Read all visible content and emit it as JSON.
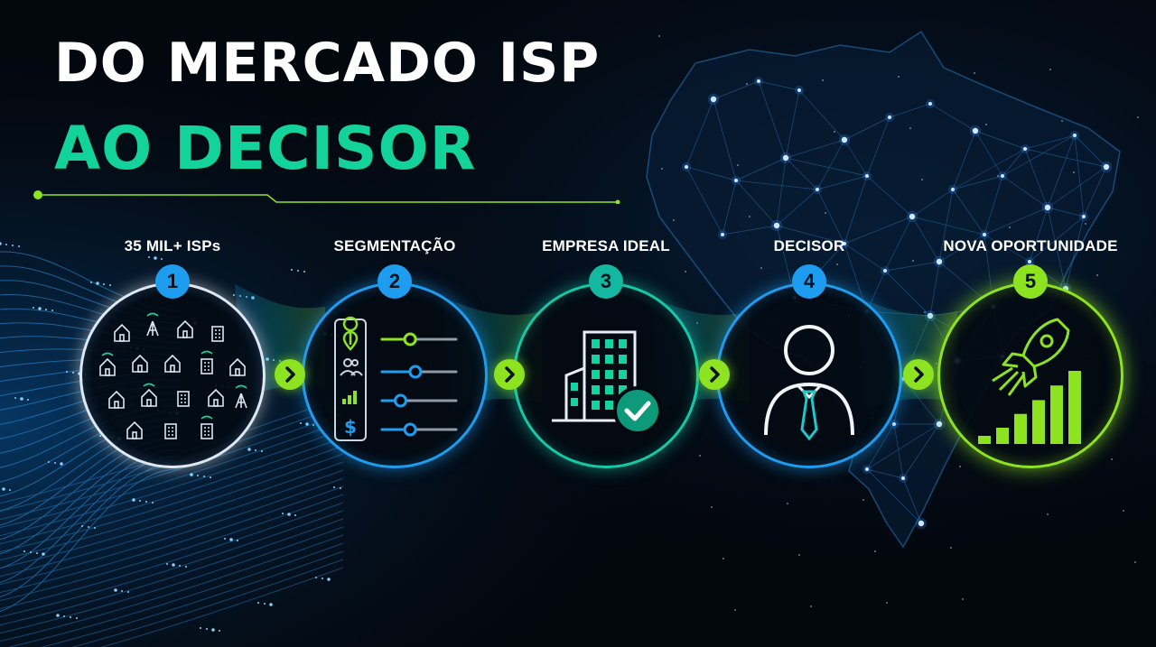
{
  "title": {
    "line1": "DO MERCADO ISP",
    "line2": "AO DECISOR"
  },
  "colors": {
    "green_accent": "#13d39a",
    "lime": "#8ee320",
    "blue": "#1e9cf0",
    "teal": "#14b8a0",
    "background": "#03080f"
  },
  "steps": [
    {
      "number": "1",
      "label": "35 MIL+ ISPs",
      "icon": "isp-buildings-icon"
    },
    {
      "number": "2",
      "label": "SEGMENTAÇÃO",
      "icon": "filter-sliders-icon"
    },
    {
      "number": "3",
      "label": "EMPRESA IDEAL",
      "icon": "building-check-icon"
    },
    {
      "number": "4",
      "label": "DECISOR",
      "icon": "person-tie-icon"
    },
    {
      "number": "5",
      "label": "NOVA OPORTUNIDADE",
      "icon": "rocket-growth-icon"
    }
  ],
  "sliders": [
    0.38,
    0.45,
    0.25,
    0.38
  ],
  "growth_bars": [
    0.1,
    0.2,
    0.37,
    0.54,
    0.72,
    0.9
  ]
}
